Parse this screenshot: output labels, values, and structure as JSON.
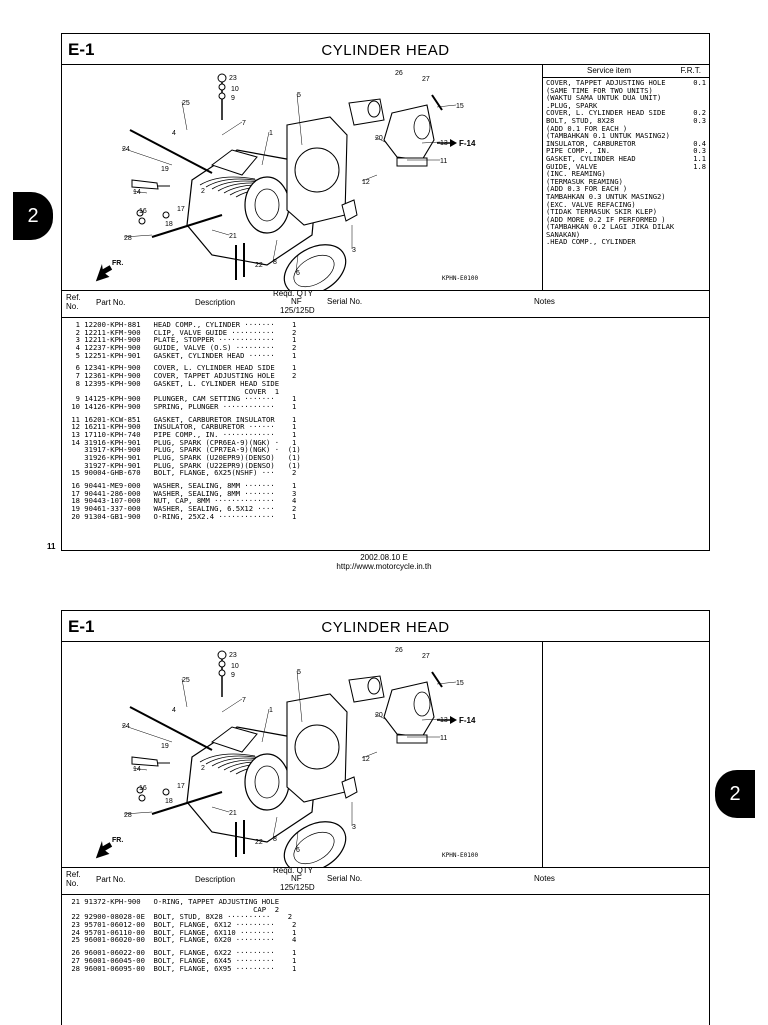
{
  "side_tab_label": "2",
  "page_number": "11",
  "footer": {
    "date": "2002.08.10     E",
    "url": "http://www.motorcycle.in.th"
  },
  "pages": [
    {
      "code": "E-1",
      "title": "CYLINDER HEAD",
      "diagram_code": "KPHN-E0100",
      "arrow_label": "F-14",
      "fr_label": "FR.",
      "callouts": [
        "1",
        "2",
        "3",
        "4",
        "5",
        "6",
        "7",
        "8",
        "9",
        "10",
        "11",
        "12",
        "13",
        "14",
        "15",
        "16",
        "17",
        "18",
        "19",
        "20",
        "21",
        "22",
        "23",
        "24",
        "25",
        "26",
        "27",
        "28"
      ],
      "service": {
        "header_item": "Service item",
        "header_frt": "F.R.T.",
        "lines": [
          {
            "t": "COVER, TAPPET ADJUSTING HOLE",
            "v": "0.1"
          },
          {
            "t": "(SAME TIME FOR TWO UNITS)",
            "v": ""
          },
          {
            "t": "(WAKTU SAMA UNTUK DUA UNIT)",
            "v": ""
          },
          {
            "t": ".PLUG, SPARK",
            "v": ""
          },
          {
            "t": "COVER, L. CYLINDER HEAD SIDE",
            "v": "0.2"
          },
          {
            "t": "BOLT, STUD, 8X28",
            "v": "0.3"
          },
          {
            "t": "(ADD 0.1 FOR EACH )",
            "v": ""
          },
          {
            "t": "(TAMBAHKAN 0.1 UNTUK MASING2)",
            "v": ""
          },
          {
            "t": "INSULATOR, CARBURETOR",
            "v": "0.4"
          },
          {
            "t": "PIPE COMP., IN.",
            "v": "0.3"
          },
          {
            "t": "GASKET, CYLINDER HEAD",
            "v": "1.1"
          },
          {
            "t": "GUIDE, VALVE",
            "v": "1.8"
          },
          {
            "t": "(INC. REAMING)",
            "v": ""
          },
          {
            "t": "(TERMASUK REAMING)",
            "v": ""
          },
          {
            "t": "(ADD 0.3 FOR EACH )",
            "v": ""
          },
          {
            "t": "TAMBAHKAN 0.3 UNTUK MASING2)",
            "v": ""
          },
          {
            "t": "(EXC. VALVE REFACING)",
            "v": ""
          },
          {
            "t": "(TIDAK TERMASUK SKIR KLEP)",
            "v": ""
          },
          {
            "t": "(ADD MORE 0.2 IF PERFORMED )",
            "v": ""
          },
          {
            "t": "(TAMBAHKAN 0.2 LAGI JIKA DILAK",
            "v": ""
          },
          {
            "t": "SANAKAN)",
            "v": ""
          },
          {
            "t": ".HEAD COMP., CYLINDER",
            "v": ""
          }
        ]
      },
      "columns": {
        "ref": "Ref.",
        "no": "No.",
        "part_no": "Part No.",
        "description": "Description",
        "reqd": "Reqd. QTY",
        "nf": "NF",
        "model": "125/125D",
        "serial": "Serial No.",
        "notes": "Notes"
      },
      "parts": [
        "  1 12200-KPH-881   HEAD COMP., CYLINDER ·······    1",
        "  2 12211-KFM-900   CLIP, VALVE GUIDE ··········    2",
        "  3 12211-KPH-900   PLATE, STOPPER ·············    1",
        "  4 12237-KPH-900   GUIDE, VALVE (O.S) ·········    2",
        "  5 12251-KPH-901   GASKET, CYLINDER HEAD ······    1",
        "",
        "  6 12341-KPH-900   COVER, L. CYLINDER HEAD SIDE    1",
        "  7 12361-KPH-900   COVER, TAPPET ADJUSTING HOLE    2",
        "  8 12395-KPH-900   GASKET, L. CYLINDER HEAD SIDE",
        "                                         COVER  1",
        "  9 14125-KPH-900   PLUNGER, CAM SETTING ·······    1",
        " 10 14126-KPH-900   SPRING, PLUNGER ············    1",
        "",
        " 11 16201-KCW-851   GASKET, CARBURETOR INSULATOR    1",
        " 12 16211-KPH-900   INSULATOR, CARBURETOR ······    1",
        " 13 17110-KPH-740   PIPE COMP., IN. ············    1",
        " 14 31916-KPH-901   PLUG, SPARK (CPR6EA-9)(NGK) ·   1",
        "    31917-KPH-900   PLUG, SPARK (CPR7EA-9)(NGK) ·  (1)",
        "    31926-KPH-901   PLUG, SPARK (U20EPR9)(DENSO)   (1)",
        "    31927-KPH-901   PLUG, SPARK (U22EPR9)(DENSO)   (1)",
        " 15 90004-GHB-670   BOLT, FLANGE, 6X25(NSHF) ···    2",
        "",
        " 16 90441-ME9-000   WASHER, SEALING, 8MM ·······    1",
        " 17 90441-286-000   WASHER, SEALING, 8MM ·······    3",
        " 18 90443-107-000   NUT, CAP, 8MM ··············    4",
        " 19 90461-337-000   WASHER, SEALING, 6.5X12 ····    2",
        " 20 91304-GB1-900   O-RING, 25X2.4 ·············    1"
      ]
    },
    {
      "code": "E-1",
      "title": "CYLINDER HEAD",
      "diagram_code": "KPHN-E0100",
      "arrow_label": "F-14",
      "fr_label": "FR.",
      "callouts": [
        "1",
        "2",
        "3",
        "4",
        "5",
        "6",
        "7",
        "8",
        "9",
        "10",
        "11",
        "12",
        "13",
        "14",
        "15",
        "16",
        "17",
        "18",
        "19",
        "20",
        "21",
        "22",
        "23",
        "24",
        "25",
        "26",
        "27",
        "28"
      ],
      "columns": {
        "ref": "Ref.",
        "no": "No.",
        "part_no": "Part No.",
        "description": "Description",
        "reqd": "Reqd. QTY",
        "nf": "NF",
        "model": "125/125D",
        "serial": "Serial No.",
        "notes": "Notes"
      },
      "parts": [
        " 21 91372-KPH-900   O-RING, TAPPET ADJUSTING HOLE",
        "                                           CAP  2",
        " 22 92900-08028-0E  BOLT, STUD, 8X28 ··········    2",
        " 23 95701-06012-00  BOLT, FLANGE, 6X12 ·········    2",
        " 24 95701-06110-00  BOLT, FLANGE, 6X110 ········    1",
        " 25 96001-06020-00  BOLT, FLANGE, 6X20 ·········    4",
        "",
        " 26 96001-06022-00  BOLT, FLANGE, 6X22 ·········    1",
        " 27 96001-06045-00  BOLT, FLANGE, 6X45 ·········    1",
        " 28 96001-06095-00  BOLT, FLANGE, 6X95 ·········    1"
      ]
    }
  ]
}
